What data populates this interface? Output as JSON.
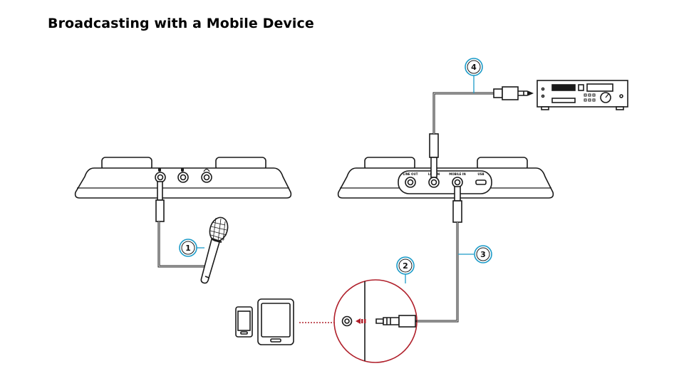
{
  "title": "Broadcasting with a Mobile Device",
  "ports": {
    "line_out": "LINE OUT",
    "line_in": "LINE IN",
    "mobile_in": "MOBILE IN",
    "usb": "USB"
  },
  "callouts": [
    "1",
    "2",
    "3",
    "4"
  ],
  "colors": {
    "callout": "#1c9bc8",
    "highlight": "#b0202b",
    "line": "#1a1a1a"
  },
  "icons": [
    "microphone-icon",
    "smartphone-icon",
    "tablet-icon",
    "receiver-icon"
  ]
}
